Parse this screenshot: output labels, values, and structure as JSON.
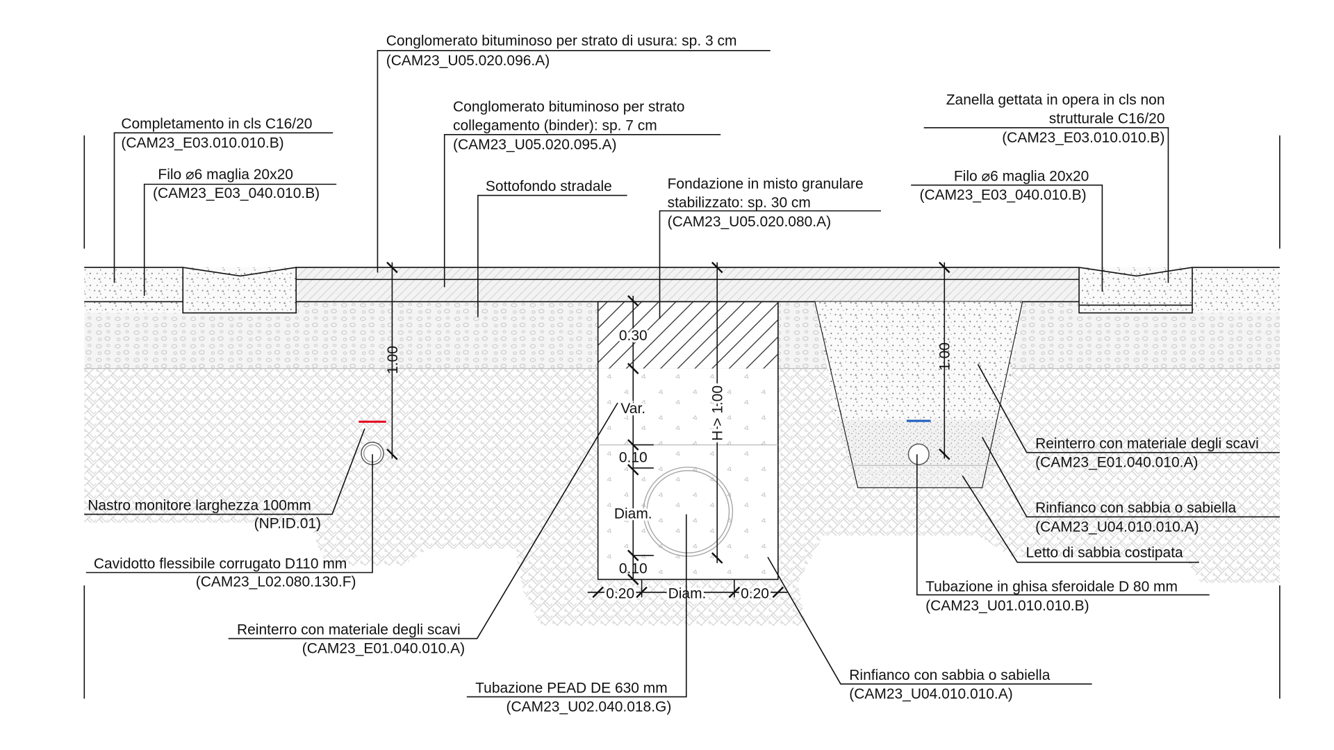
{
  "labels": {
    "usura": [
      "Conglomerato bituminoso per strato di usura: sp. 3 cm",
      "(CAM23_U05.020.096.A)"
    ],
    "completamento": [
      "Completamento in cls C16/20",
      "(CAM23_E03.010.010.B)"
    ],
    "filo_left": [
      "Filo ⌀6 maglia 20x20",
      "(CAM23_E03_040.010.B)"
    ],
    "binder": [
      "Conglomerato bituminoso per strato",
      "collegamento (binder): sp. 7 cm",
      "(CAM23_U05.020.095.A)"
    ],
    "sottofondo": [
      "Sottofondo stradale"
    ],
    "fondazione": [
      "Fondazione in misto granulare",
      "stabilizzato: sp. 30 cm",
      "(CAM23_U05.020.080.A)"
    ],
    "zanella": [
      "Zanella gettata in opera in cls non",
      "strutturale C16/20",
      "(CAM23_E03.010.010.B)"
    ],
    "filo_right": [
      "Filo ⌀6 maglia 20x20",
      "(CAM23_E03_040.010.B)"
    ],
    "reinterro_right": [
      "Reinterro con materiale degli scavi",
      "(CAM23_E01.040.010.A)"
    ],
    "rinfianco_right": [
      "Rinfianco con sabbia o sabiella",
      "(CAM23_U04.010.010.A)"
    ],
    "letto": [
      "Letto di sabbia costipata"
    ],
    "ghisa": [
      "Tubazione in ghisa sferoidale D 80 mm",
      "(CAM23_U01.010.010.B)"
    ],
    "rinfianco_center": [
      "Rinfianco con sabbia o sabiella",
      "(CAM23_U04.010.010.A)"
    ],
    "pead": [
      "Tubazione PEAD DE 630 mm",
      "(CAM23_U02.040.018.G)"
    ],
    "reinterro_left": [
      "Reinterro con materiale degli scavi",
      "(CAM23_E01.040.010.A)"
    ],
    "cavidotto": [
      "Cavidotto flessibile corrugato D110 mm",
      "(CAM23_L02.080.130.F)"
    ],
    "nastro": [
      "Nastro monitore larghezza 100mm",
      "(NP.ID.01)"
    ]
  },
  "dimensions": {
    "left_depth": "1.00",
    "right_depth": "1.00",
    "trench_depth": "H > 1.00",
    "foundation": "0.30",
    "variable": "Var.",
    "top_clearance": "0.10",
    "diameter_v": "Diam.",
    "bottom_bed": "0.10",
    "side_left": "0.20",
    "diameter_h": "Diam.",
    "side_right": "0.20"
  },
  "colors": {
    "monitor_tape": "#e0001a",
    "water_marker": "#1f5fbf"
  }
}
